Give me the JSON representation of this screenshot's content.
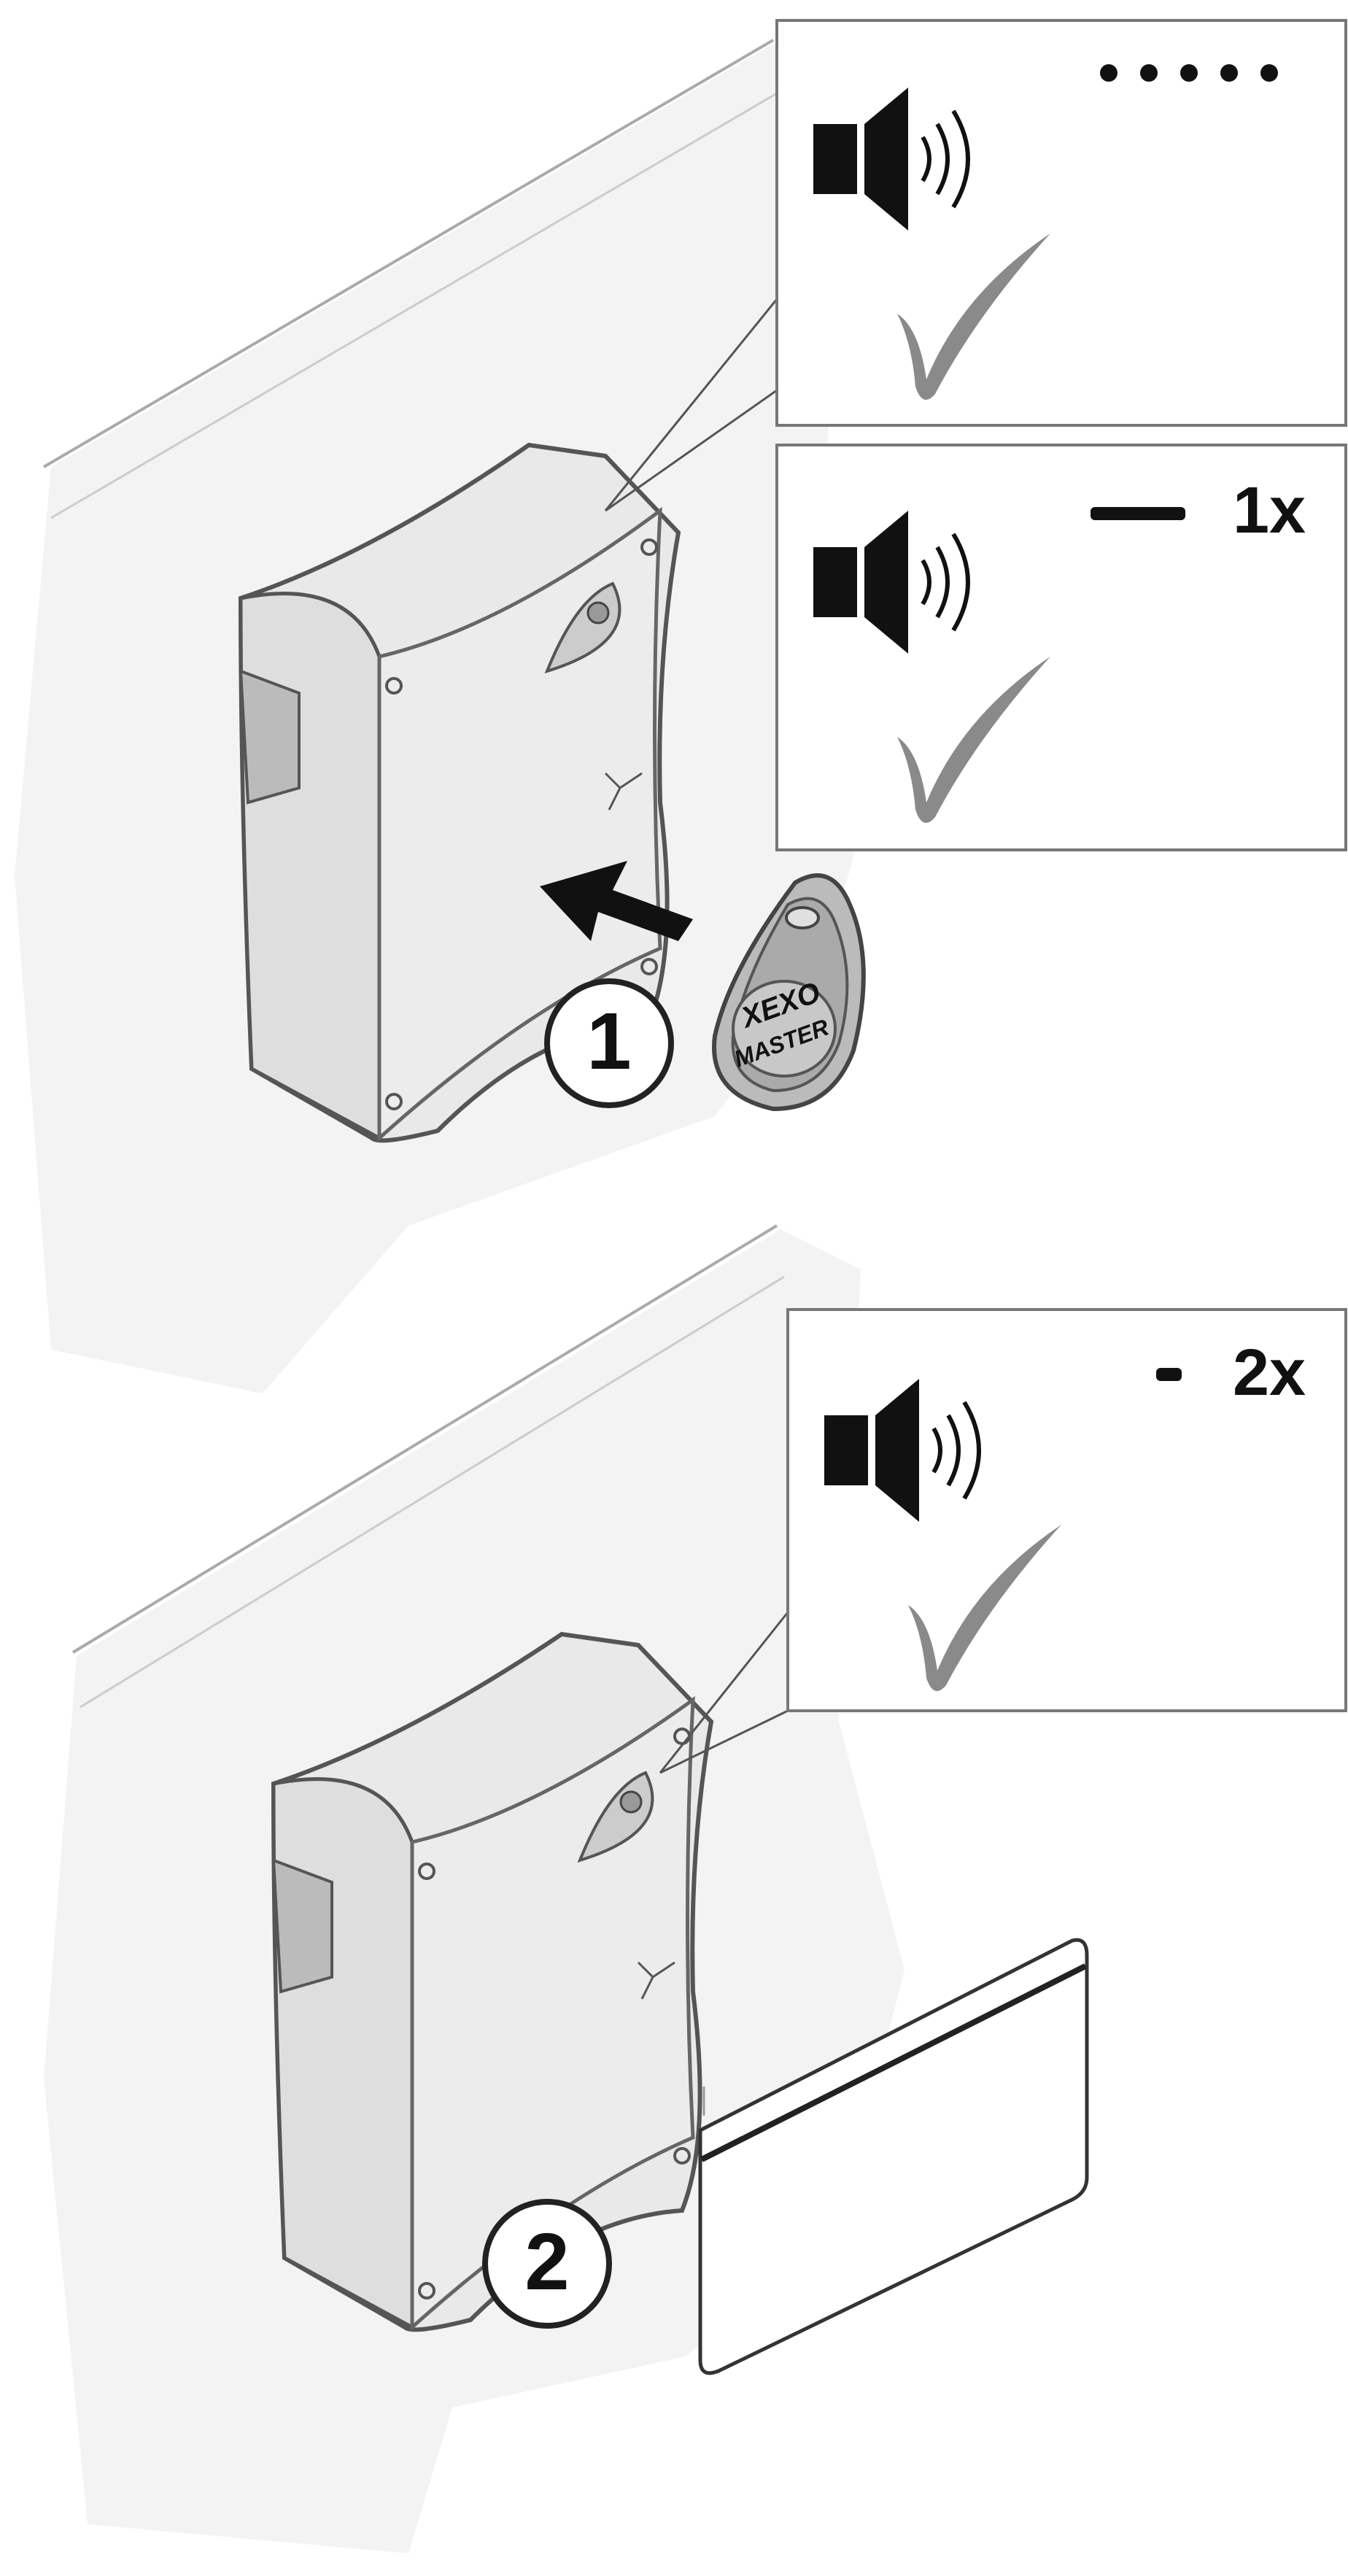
{
  "panel_1": {
    "step_number": "1",
    "key_fob": {
      "brand": "XEXO",
      "label": "MASTER"
    },
    "callout_top": {
      "icon": "speaker-icon",
      "signal": "short-beeps",
      "beep_count": 5,
      "confirm_icon": "checkmark-icon"
    },
    "callout_bottom": {
      "icon": "speaker-icon",
      "signal": "long-beep",
      "repeat": "1x",
      "confirm_icon": "checkmark-icon"
    }
  },
  "panel_2": {
    "step_number": "2",
    "card": {
      "icon": "blank-card-icon"
    },
    "callout": {
      "icon": "speaker-icon",
      "signal": "short-beep",
      "repeat": "2x",
      "confirm_icon": "checkmark-icon"
    }
  },
  "colors": {
    "line": "#333333",
    "wall": "#f3f3f3",
    "device": "#ececec",
    "check": "#8a8a8a"
  }
}
